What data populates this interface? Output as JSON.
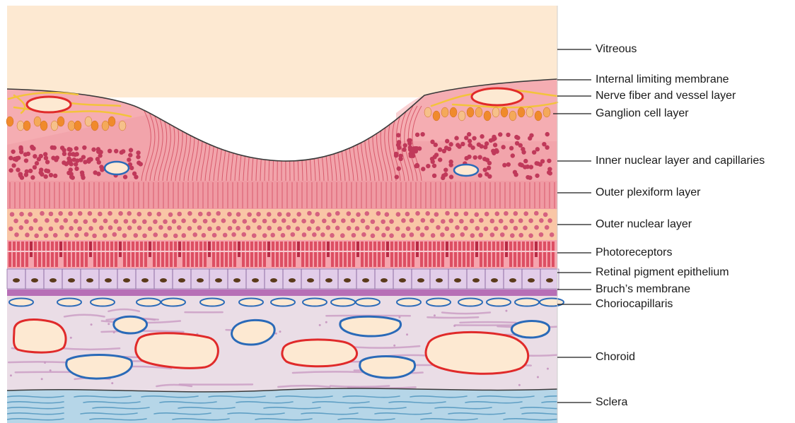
{
  "labels": [
    {
      "text": "Vitreous"
    },
    {
      "text": "Internal limiting membrane"
    },
    {
      "text": "Nerve fiber and vessel layer"
    },
    {
      "text": "Ganglion cell layer"
    },
    {
      "text": "Inner nuclear layer and capillaries"
    },
    {
      "text": "Outer plexiform layer"
    },
    {
      "text": "Outer nuclear layer"
    },
    {
      "text": "Photoreceptors"
    },
    {
      "text": "Retinal pigment epithelium"
    },
    {
      "text": "Bruch’s membrane"
    },
    {
      "text": "Choriocapillaris"
    },
    {
      "text": "Choroid"
    },
    {
      "text": "Sclera"
    }
  ],
  "colors": {
    "vitreous": "#fde9d2",
    "retina": "#ef9aa2",
    "nuclear_dots": "#c0395a",
    "outer_nuclear_bg": "#f9c6a6",
    "photoreceptor": "#dd4f63",
    "rpe": "#d9c4e3",
    "bruch": "#b76fb6",
    "choroid": "#e9dce4",
    "artery": "#e02a2a",
    "vein": "#2a6ab8",
    "nerve_fiber": "#f3c33b",
    "ganglion": "#f08a2c",
    "sclera": "#a9cfe3"
  }
}
